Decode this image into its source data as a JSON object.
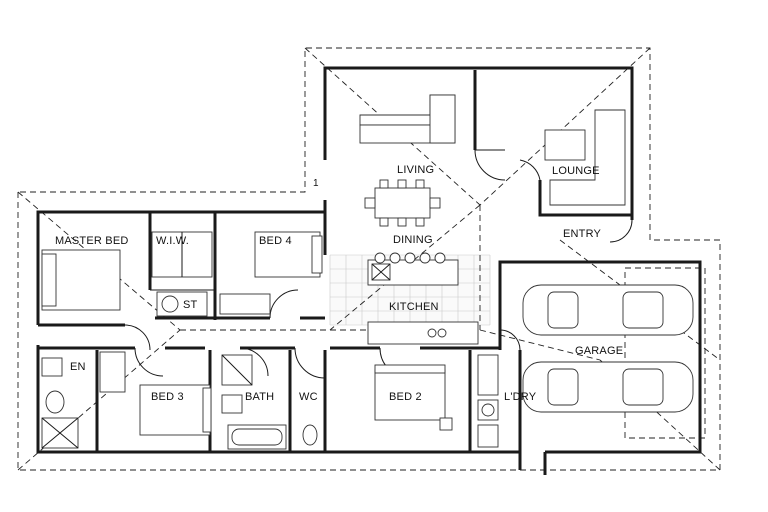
{
  "labels": {
    "living": "LIVING",
    "lounge": "LOUNGE",
    "dining": "DINING",
    "entry": "ENTRY",
    "master_bed": "MASTER BED",
    "wiw": "W.I.W.",
    "bed4": "BED 4",
    "st": "ST",
    "kitchen": "KITCHEN",
    "garage": "GARAGE",
    "en": "EN",
    "bed3": "BED 3",
    "bath": "BATH",
    "wc": "WC",
    "bed2": "BED 2",
    "laundry": "L'DRY",
    "grid_marker": "1"
  }
}
